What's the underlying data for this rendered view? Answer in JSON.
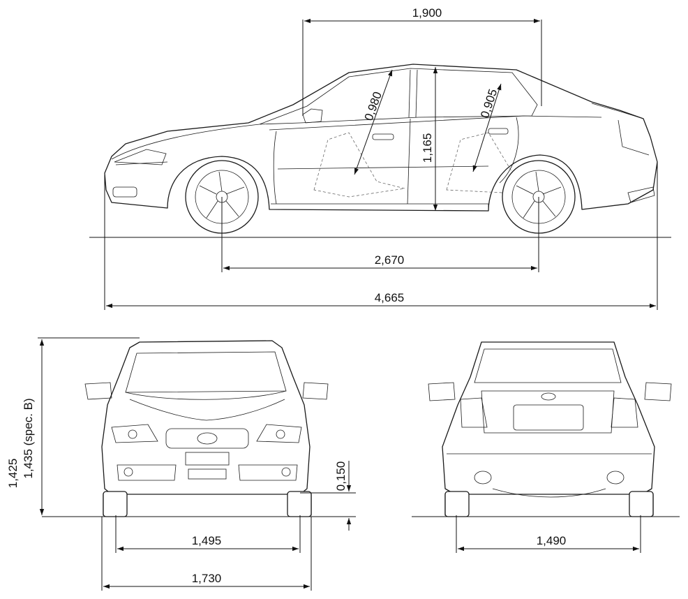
{
  "dimensions": {
    "roof_length": "1,900",
    "wheelbase": "2,670",
    "overall_length": "4,665",
    "front_seat_headroom": "0,980",
    "rear_seat_headroom": "0,905",
    "interior_height": "1,165",
    "overall_height": "1,425",
    "overall_height_spec_b": "1,435 (spec. B)",
    "ground_clearance": "0,150",
    "front_track": "1,495",
    "overall_width": "1,730",
    "rear_track": "1,490"
  }
}
